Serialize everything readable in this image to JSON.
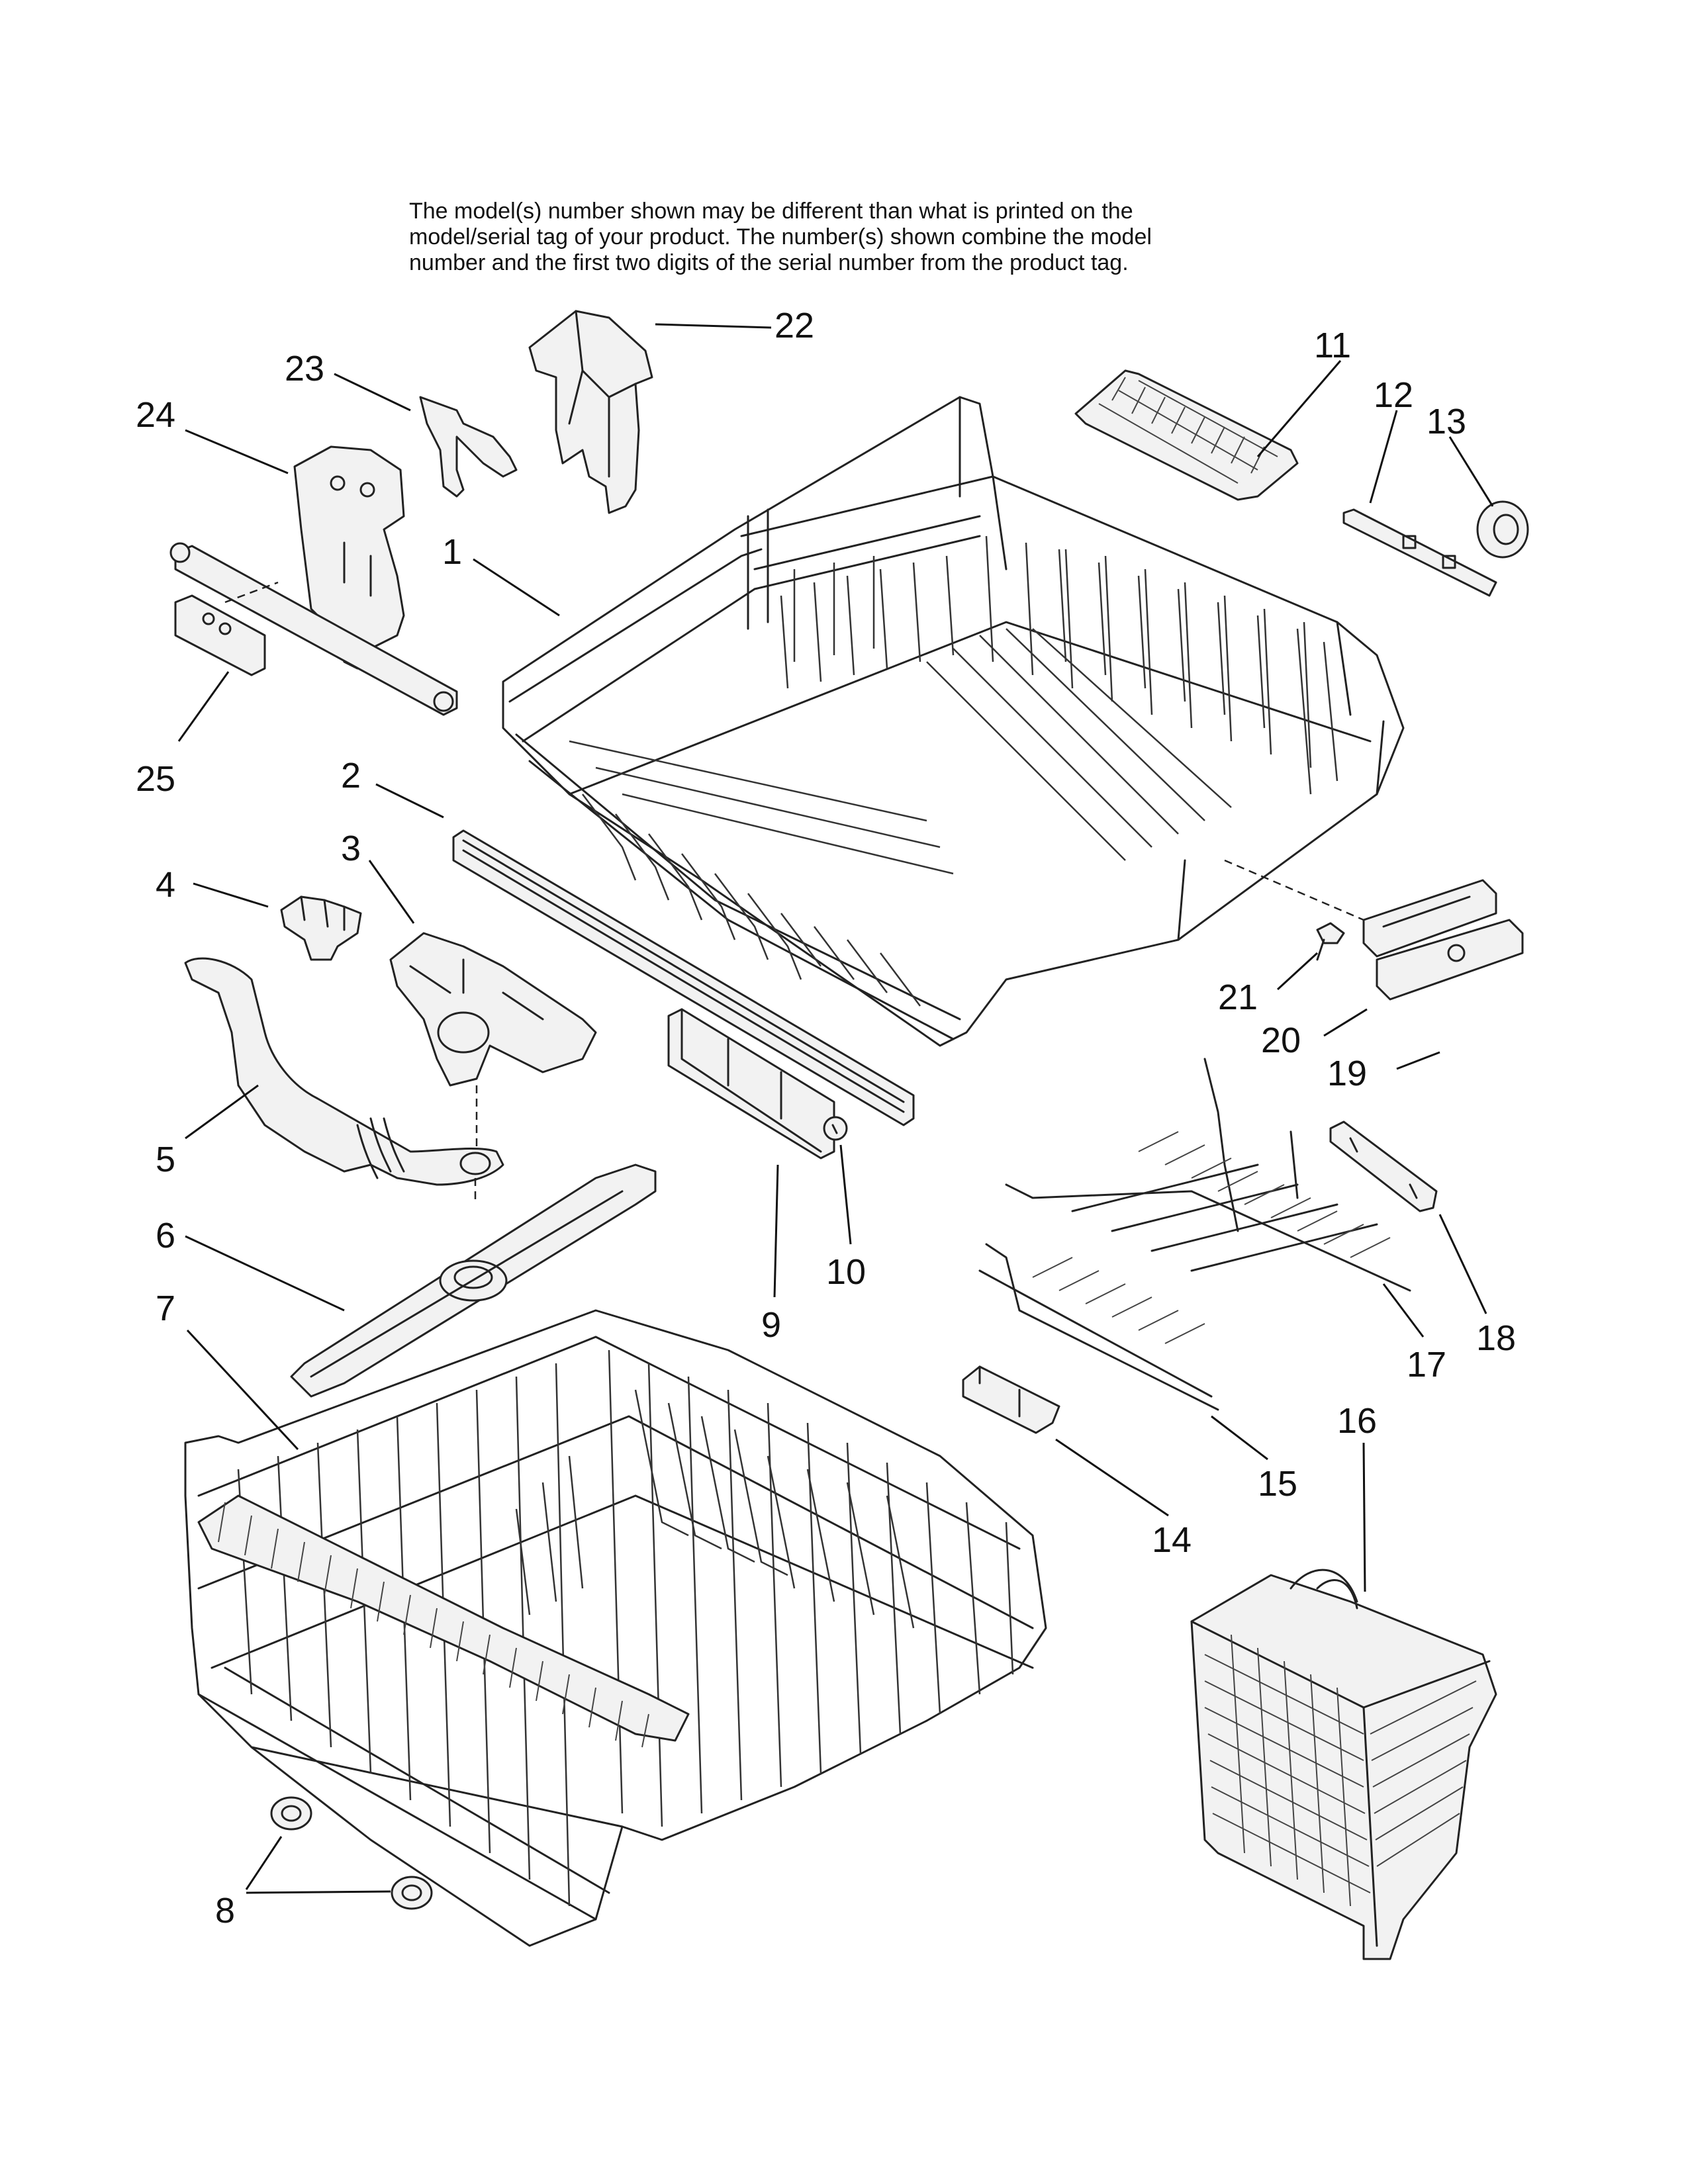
{
  "notice": {
    "lines": [
      "The model(s) number shown may be different than what is printed on the",
      "model/serial tag of your product. The number(s) shown combine the model",
      "number and the first two digits of the serial number from the product tag."
    ]
  },
  "callouts": {
    "c1": "1",
    "c2": "2",
    "c3": "3",
    "c4": "4",
    "c5": "5",
    "c6": "6",
    "c7": "7",
    "c8": "8",
    "c9": "9",
    "c10": "10",
    "c11": "11",
    "c12": "12",
    "c13": "13",
    "c14": "14",
    "c15": "15",
    "c16": "16",
    "c17": "17",
    "c18": "18",
    "c19": "19",
    "c20": "20",
    "c21": "21",
    "c22": "22",
    "c23": "23",
    "c24": "24",
    "c25": "25"
  },
  "parts": [
    {
      "ref": "1",
      "icon": "upper-rack-icon"
    },
    {
      "ref": "2",
      "icon": "rack-rail-icon"
    },
    {
      "ref": "3",
      "icon": "spray-arm-mount-icon"
    },
    {
      "ref": "4",
      "icon": "clip-icon"
    },
    {
      "ref": "5",
      "icon": "feed-tube-icon"
    },
    {
      "ref": "6",
      "icon": "spray-arm-icon"
    },
    {
      "ref": "7",
      "icon": "lower-rack-icon"
    },
    {
      "ref": "8",
      "icon": "rack-wheel-icon"
    },
    {
      "ref": "9",
      "icon": "rail-end-cap-icon"
    },
    {
      "ref": "10",
      "icon": "stop-icon"
    },
    {
      "ref": "11",
      "icon": "tine-row-icon"
    },
    {
      "ref": "12",
      "icon": "clip-strip-icon"
    },
    {
      "ref": "13",
      "icon": "wheel-icon"
    },
    {
      "ref": "14",
      "icon": "tine-clip-icon"
    },
    {
      "ref": "15",
      "icon": "tine-row-icon"
    },
    {
      "ref": "16",
      "icon": "silverware-basket-icon"
    },
    {
      "ref": "17",
      "icon": "fold-down-tines-icon"
    },
    {
      "ref": "18",
      "icon": "tine-clip-icon"
    },
    {
      "ref": "19",
      "icon": "rack-handle-cap-icon"
    },
    {
      "ref": "20",
      "icon": "rack-handle-icon"
    },
    {
      "ref": "21",
      "icon": "screw-icon"
    },
    {
      "ref": "22",
      "icon": "adjuster-cover-icon"
    },
    {
      "ref": "23",
      "icon": "lever-icon"
    },
    {
      "ref": "24",
      "icon": "adjuster-assembly-icon"
    },
    {
      "ref": "25",
      "icon": "adjuster-bracket-icon"
    }
  ]
}
